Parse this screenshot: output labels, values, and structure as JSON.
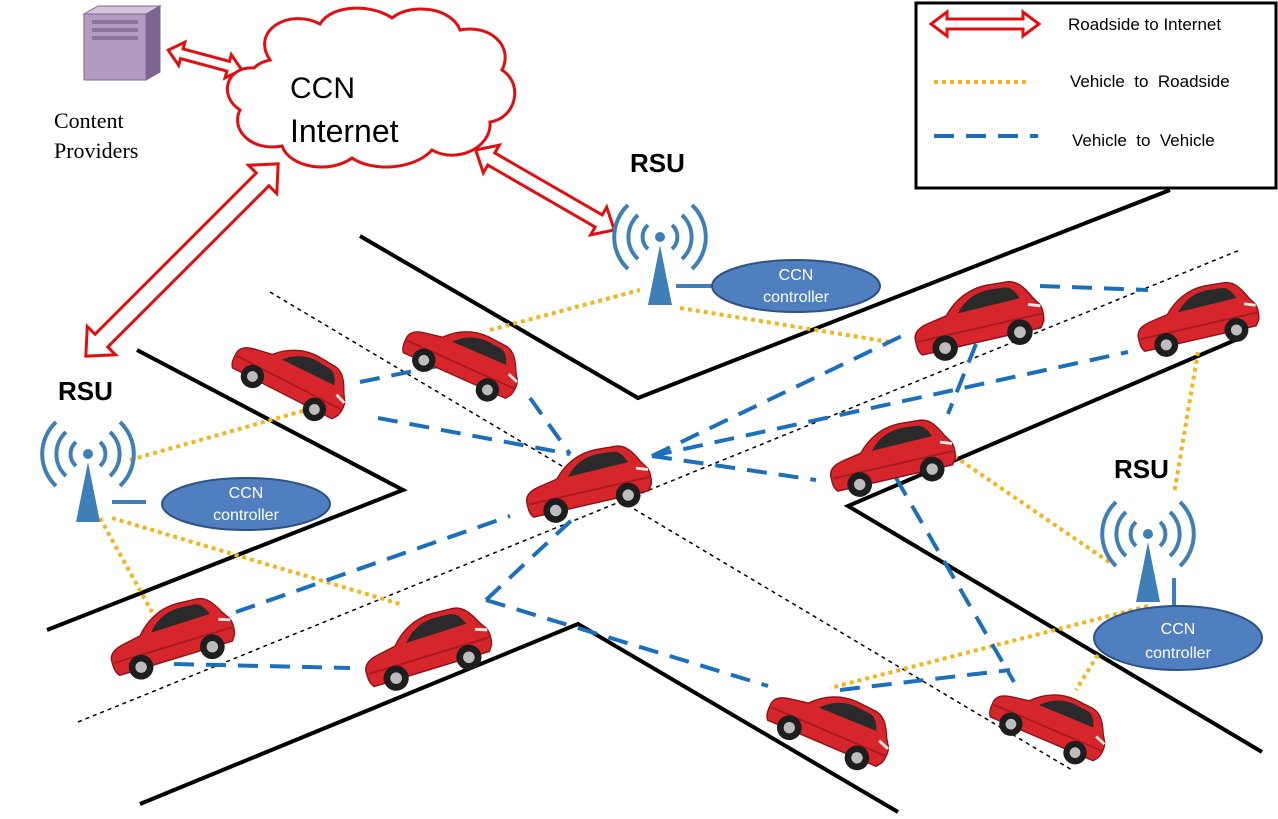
{
  "cloud": {
    "line1": "CCN",
    "line2": "Internet"
  },
  "content_providers": {
    "line1": "Content",
    "line2": "Providers"
  },
  "rsu_label": "RSU",
  "controller": {
    "line1": "CCN",
    "line2": "controller"
  },
  "legend": {
    "items": [
      {
        "label": "Roadside to Internet",
        "style": "double-arrow",
        "color": "#e01010"
      },
      {
        "label": "Vehicle  to  Roadside",
        "style": "dotted",
        "color": "#f2b51d"
      },
      {
        "label": "Vehicle  to  Vehicle",
        "style": "dashed",
        "color": "#1c6fba"
      }
    ]
  },
  "colors": {
    "internet_arrow": "#e01010",
    "v2r": "#f2b51d",
    "v2v": "#1c6fba",
    "controller_fill": "#4f7fbf",
    "rsu_tower": "#3f7fb8",
    "car_body": "#d6262b",
    "server": "#b49bc4"
  },
  "icons": [
    "server-icon",
    "cloud-icon",
    "rsu-antenna-icon",
    "car-icon"
  ]
}
